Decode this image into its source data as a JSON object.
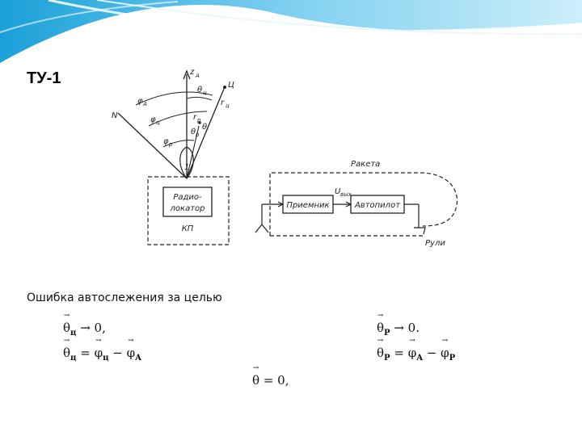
{
  "slide": {
    "title": "ТУ-1",
    "caption": "Ошибка автослежения за целью"
  },
  "diagram": {
    "labels": {
      "z_axis": "z",
      "z_sub": "A",
      "target": "Ц",
      "north": "N",
      "phi_A": "φ",
      "phi_A_sub": "A",
      "phi_c": "φ",
      "phi_c_sub": "ц",
      "phi_p": "φ",
      "phi_p_sub": "р",
      "theta_c": "θ",
      "theta_c_sub": "ц",
      "r_c": "r",
      "r_c_sub": "ц",
      "r_p": "r",
      "r_p_sub": "р",
      "theta_p": "θ",
      "theta_p_sub": "р",
      "theta": "θ",
      "beam": "1",
      "radar_line1": "Радио-",
      "radar_line2": "локатор",
      "command_post": "КП",
      "missile": "Ракета",
      "receiver": "Приемник",
      "u_out": "U",
      "u_out_sub": "вых",
      "autopilot": "Автопилот",
      "rudders": "Рули"
    }
  },
  "formulas": {
    "f1": {
      "var": "θ",
      "sub": "ц",
      "rest": "→ 0,"
    },
    "f2": {
      "var": "θ",
      "sub": "ц",
      "eq": "=",
      "a": "φ",
      "a_sub": "ц",
      "minus": "−",
      "b": "φ",
      "b_sub": "A"
    },
    "f3": {
      "var": "θ",
      "sub": "P",
      "rest": "→ 0."
    },
    "f4": {
      "var": "θ",
      "sub": "P",
      "eq": "=",
      "a": "φ",
      "a_sub": "A",
      "minus": "−",
      "b": "φ",
      "b_sub": "P"
    },
    "f5": {
      "var": "θ",
      "rest": "= 0,"
    }
  }
}
